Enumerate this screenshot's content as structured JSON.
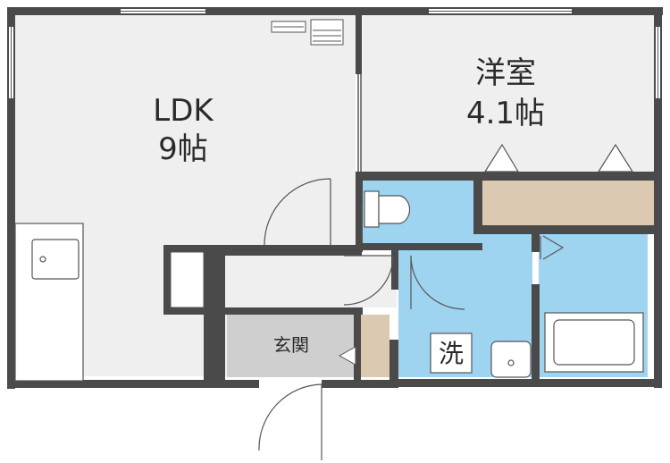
{
  "rooms": {
    "ldk": {
      "name": "LDK",
      "size": "9帖"
    },
    "western": {
      "name": "洋室",
      "size": "4.1帖"
    },
    "entrance": {
      "name": "玄関"
    },
    "washroom": {
      "name": "洗"
    }
  },
  "colors": {
    "wall": "#4a4a4a",
    "floor_white": "#efefef",
    "water_area": "#9fd4f1",
    "storage": "#dcc9b2",
    "entrance": "#cfcfcf",
    "line": "#555555"
  }
}
